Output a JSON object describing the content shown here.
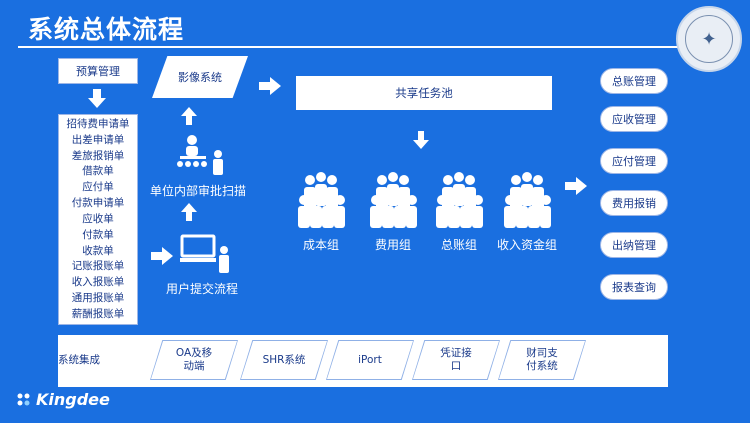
{
  "title": "系统总体流程",
  "budget": "预算管理",
  "documents": [
    "招待费申请单",
    "出差申请单",
    "差旅报销单",
    "借款单",
    "应付单",
    "付款申请单",
    "应收单",
    "付款单",
    "收款单",
    "记账报账单",
    "收入报账单",
    "通用报账单",
    "薪酬报账单"
  ],
  "imaging": "影像系统",
  "internal_audit": "单位内部审批扫描",
  "user_submit": "用户提交流程",
  "task_pool": "共享任务池",
  "groups": [
    "成本组",
    "费用组",
    "总账组",
    "收入资金组"
  ],
  "modules": [
    "总账管理",
    "应收管理",
    "应付管理",
    "费用报销",
    "出纳管理",
    "报表查询"
  ],
  "integration_label": "系统集成",
  "systems": [
    "OA及移\n动端",
    "SHR系统",
    "iPort",
    "凭证接\n口",
    "财司支\n付系统"
  ],
  "brand": "Kingdee",
  "colors": {
    "background": "#1a6fe0",
    "box": "#ffffff",
    "text": "#1a3a8a"
  }
}
